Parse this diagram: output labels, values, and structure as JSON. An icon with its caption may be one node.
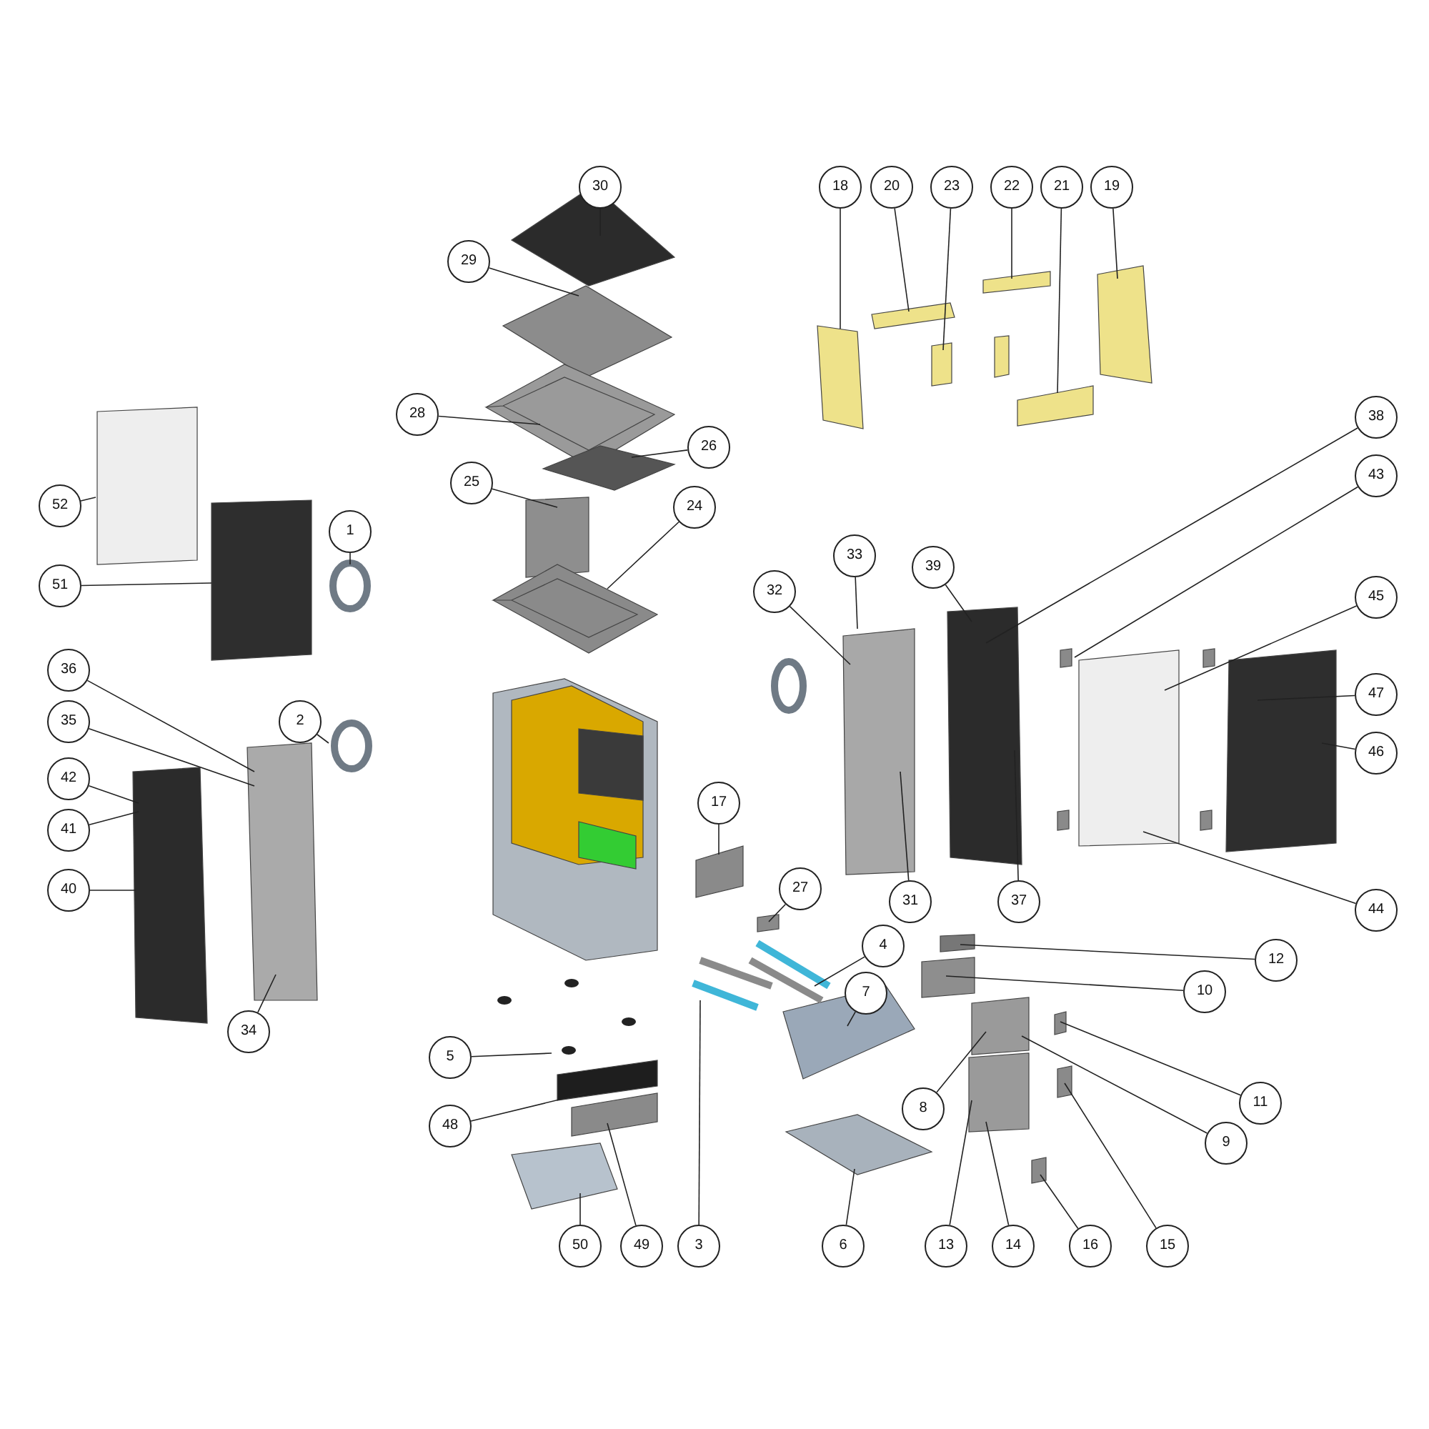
{
  "diagram": {
    "nodes": [
      {
        "text": [
          "30"
        ]
      },
      {
        "text": [
          "18"
        ]
      },
      {
        "text": [
          "20"
        ]
      },
      {
        "text": [
          "23"
        ]
      },
      {
        "text": [
          "22"
        ]
      },
      {
        "text": [
          "21"
        ]
      },
      {
        "text": [
          "19"
        ]
      },
      {
        "text": [
          "29"
        ]
      },
      {
        "text": [
          "28"
        ]
      },
      {
        "text": [
          "38"
        ]
      },
      {
        "text": [
          "26"
        ]
      },
      {
        "text": [
          "43"
        ]
      },
      {
        "text": [
          "25"
        ]
      },
      {
        "text": [
          "52"
        ]
      },
      {
        "text": [
          "24"
        ]
      },
      {
        "text": [
          "1"
        ]
      },
      {
        "text": [
          "33"
        ]
      },
      {
        "text": [
          "39"
        ]
      },
      {
        "text": [
          "51"
        ]
      },
      {
        "text": [
          "32"
        ]
      },
      {
        "text": [
          "45"
        ]
      },
      {
        "text": [
          "36"
        ]
      },
      {
        "text": [
          "47"
        ]
      },
      {
        "text": [
          "35"
        ]
      },
      {
        "text": [
          "2"
        ]
      },
      {
        "text": [
          "46"
        ]
      },
      {
        "text": [
          "42"
        ]
      },
      {
        "text": [
          "17"
        ]
      },
      {
        "text": [
          "41"
        ]
      },
      {
        "text": [
          "40"
        ]
      },
      {
        "text": [
          "27"
        ]
      },
      {
        "text": [
          "31"
        ]
      },
      {
        "text": [
          "37"
        ]
      },
      {
        "text": [
          "44"
        ]
      },
      {
        "text": [
          "4"
        ]
      },
      {
        "text": [
          "12"
        ]
      },
      {
        "text": [
          "10"
        ]
      },
      {
        "text": [
          "7"
        ]
      },
      {
        "text": [
          "34"
        ]
      },
      {
        "text": [
          "5"
        ]
      },
      {
        "text": [
          "11"
        ]
      },
      {
        "text": [
          "8"
        ]
      },
      {
        "text": [
          "48"
        ]
      },
      {
        "text": [
          "9"
        ]
      },
      {
        "text": [
          "50"
        ]
      },
      {
        "text": [
          "49"
        ]
      },
      {
        "text": [
          "3"
        ]
      },
      {
        "text": [
          "6"
        ]
      },
      {
        "text": [
          "13"
        ]
      },
      {
        "text": [
          "14"
        ]
      },
      {
        "text": [
          "16"
        ]
      },
      {
        "text": [
          "15"
        ]
      }
    ],
    "edges": [
      {
        "from": 0,
        "to": null,
        "arrow": "none"
      },
      {
        "from": 1,
        "to": null,
        "arrow": "none"
      },
      {
        "from": 2,
        "to": null,
        "arrow": "none"
      },
      {
        "from": 3,
        "to": null,
        "arrow": "none"
      },
      {
        "from": 4,
        "to": null,
        "arrow": "none"
      },
      {
        "from": 5,
        "to": null,
        "arrow": "none"
      },
      {
        "from": 6,
        "to": null,
        "arrow": "none"
      },
      {
        "from": 7,
        "to": null,
        "arrow": "none"
      },
      {
        "from": 8,
        "to": null,
        "arrow": "none"
      },
      {
        "from": 9,
        "to": null,
        "arrow": "none"
      },
      {
        "from": 10,
        "to": null,
        "arrow": "none"
      },
      {
        "from": 11,
        "to": null,
        "arrow": "none"
      },
      {
        "from": 12,
        "to": null,
        "arrow": "none"
      },
      {
        "from": 13,
        "to": null,
        "arrow": "none"
      },
      {
        "from": 14,
        "to": null,
        "arrow": "none"
      },
      {
        "from": 15,
        "to": null,
        "arrow": "none"
      },
      {
        "from": 16,
        "to": null,
        "arrow": "none"
      },
      {
        "from": 17,
        "to": null,
        "arrow": "none"
      },
      {
        "from": 18,
        "to": null,
        "arrow": "none"
      },
      {
        "from": 19,
        "to": null,
        "arrow": "none"
      },
      {
        "from": 20,
        "to": null,
        "arrow": "none"
      },
      {
        "from": 21,
        "to": null,
        "arrow": "none"
      },
      {
        "from": 22,
        "to": null,
        "arrow": "none"
      },
      {
        "from": 23,
        "to": null,
        "arrow": "none"
      },
      {
        "from": 24,
        "to": null,
        "arrow": "none"
      },
      {
        "from": 25,
        "to": null,
        "arrow": "none"
      },
      {
        "from": 26,
        "to": null,
        "arrow": "none"
      },
      {
        "from": 27,
        "to": null,
        "arrow": "none"
      },
      {
        "from": 28,
        "to": null,
        "arrow": "none"
      },
      {
        "from": 29,
        "to": null,
        "arrow": "none"
      },
      {
        "from": 30,
        "to": null,
        "arrow": "none"
      },
      {
        "from": 31,
        "to": null,
        "arrow": "none"
      },
      {
        "from": 32,
        "to": null,
        "arrow": "none"
      },
      {
        "from": 33,
        "to": null,
        "arrow": "none"
      },
      {
        "from": 34,
        "to": null,
        "arrow": "none"
      },
      {
        "from": 35,
        "to": null,
        "arrow": "none"
      },
      {
        "from": 36,
        "to": null,
        "arrow": "none"
      },
      {
        "from": 37,
        "to": null,
        "arrow": "none"
      },
      {
        "from": 38,
        "to": null,
        "arrow": "none"
      },
      {
        "from": 39,
        "to": null,
        "arrow": "none"
      },
      {
        "from": 40,
        "to": null,
        "arrow": "none"
      },
      {
        "from": 41,
        "to": null,
        "arrow": "none"
      },
      {
        "from": 42,
        "to": null,
        "arrow": "none"
      },
      {
        "from": 43,
        "to": null,
        "arrow": "none"
      },
      {
        "from": 44,
        "to": null,
        "arrow": "none"
      },
      {
        "from": 45,
        "to": null,
        "arrow": "none"
      },
      {
        "from": 46,
        "to": null,
        "arrow": "none"
      },
      {
        "from": 47,
        "to": null,
        "arrow": "none"
      },
      {
        "from": 48,
        "to": null,
        "arrow": "none"
      },
      {
        "from": 49,
        "to": null,
        "arrow": "none"
      },
      {
        "from": 50,
        "to": null,
        "arrow": "none"
      },
      {
        "from": 51,
        "to": null,
        "arrow": "none"
      }
    ]
  }
}
